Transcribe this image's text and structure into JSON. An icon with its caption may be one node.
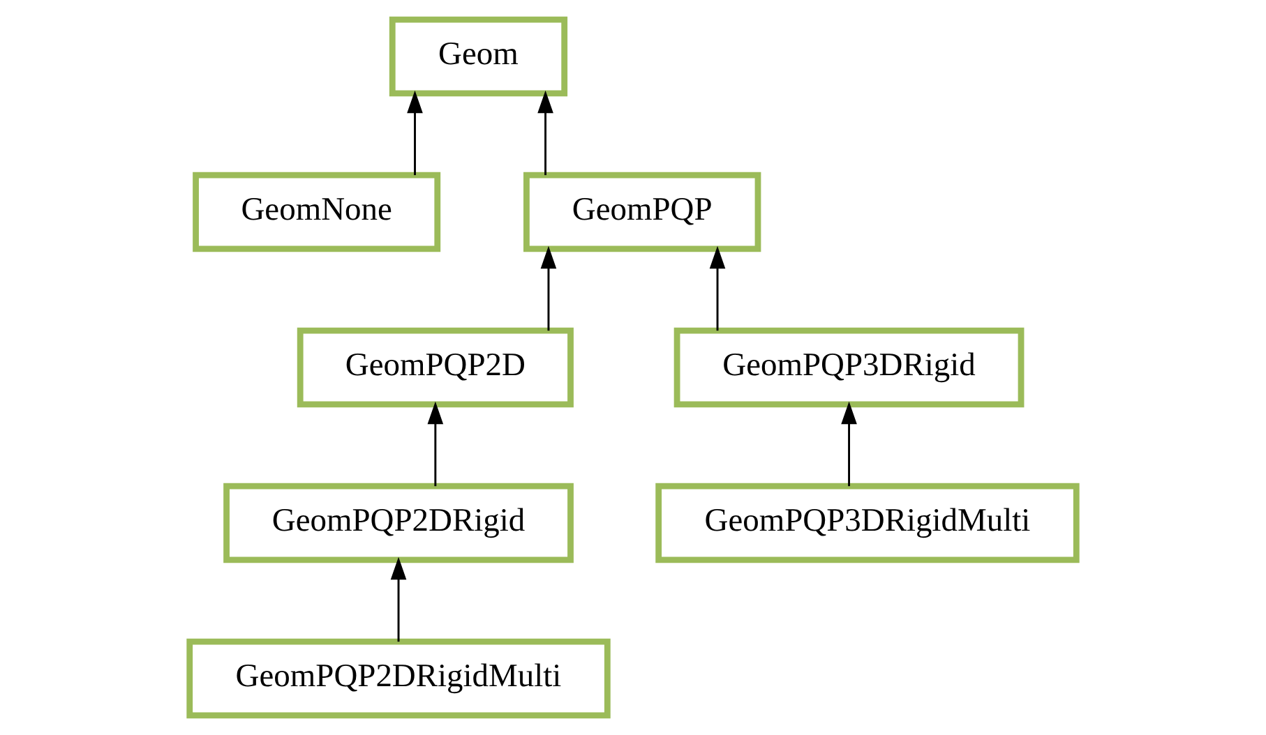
{
  "diagram": {
    "nodes": [
      {
        "text": [
          "Geom"
        ]
      },
      {
        "text": [
          "GeomNone"
        ]
      },
      {
        "text": [
          "GeomPQP"
        ]
      },
      {
        "text": [
          "GeomPQP2D"
        ]
      },
      {
        "text": [
          "GeomPQP3DRigid"
        ]
      },
      {
        "text": [
          "GeomPQP2DRigid"
        ]
      },
      {
        "text": [
          "GeomPQP3DRigidMulti"
        ]
      },
      {
        "text": [
          "GeomPQP2DRigidMulti"
        ]
      }
    ],
    "edges": [
      {
        "from": 1,
        "to": 0,
        "arrow": "to"
      },
      {
        "from": 2,
        "to": 0,
        "arrow": "to"
      },
      {
        "from": 3,
        "to": 2,
        "arrow": "to"
      },
      {
        "from": 4,
        "to": 2,
        "arrow": "to"
      },
      {
        "from": 5,
        "to": 3,
        "arrow": "to"
      },
      {
        "from": 6,
        "to": 4,
        "arrow": "to"
      },
      {
        "from": 7,
        "to": 5,
        "arrow": "to"
      }
    ]
  }
}
